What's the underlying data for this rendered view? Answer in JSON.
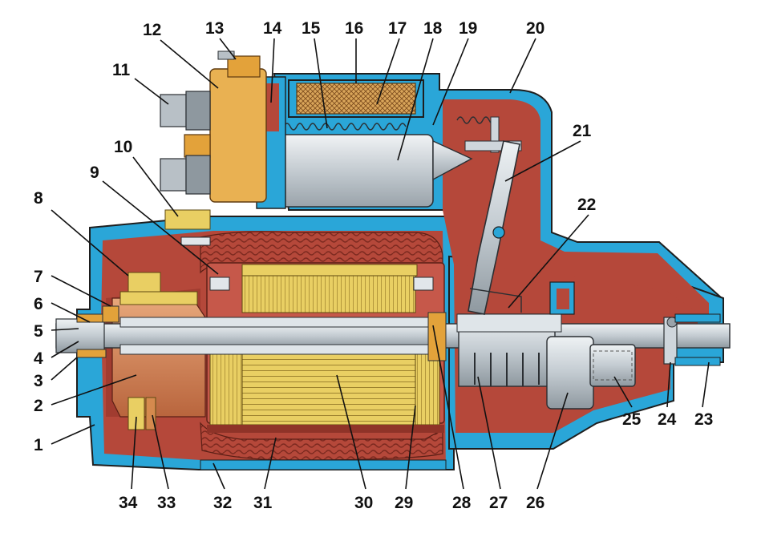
{
  "colors": {
    "housing": "#2aa6d8",
    "interior": "#b5483a",
    "interior_dark": "#8f3328",
    "copper": "#d58a4e",
    "yellow": "#e9cf63",
    "steel": "#cfd6dc",
    "steel_dark": "#8e989f",
    "brass": "#e3a23a"
  },
  "labels": [
    {
      "id": "1",
      "text": "1"
    },
    {
      "id": "2",
      "text": "2"
    },
    {
      "id": "3",
      "text": "3"
    },
    {
      "id": "4",
      "text": "4"
    },
    {
      "id": "5",
      "text": "5"
    },
    {
      "id": "6",
      "text": "6"
    },
    {
      "id": "7",
      "text": "7"
    },
    {
      "id": "8",
      "text": "8"
    },
    {
      "id": "9",
      "text": "9"
    },
    {
      "id": "10",
      "text": "10"
    },
    {
      "id": "11",
      "text": "11"
    },
    {
      "id": "12",
      "text": "12"
    },
    {
      "id": "13",
      "text": "13"
    },
    {
      "id": "14",
      "text": "14"
    },
    {
      "id": "15",
      "text": "15"
    },
    {
      "id": "16",
      "text": "16"
    },
    {
      "id": "17",
      "text": "17"
    },
    {
      "id": "18",
      "text": "18"
    },
    {
      "id": "19",
      "text": "19"
    },
    {
      "id": "20",
      "text": "20"
    },
    {
      "id": "21",
      "text": "21"
    },
    {
      "id": "22",
      "text": "22"
    },
    {
      "id": "23",
      "text": "23"
    },
    {
      "id": "24",
      "text": "24"
    },
    {
      "id": "25",
      "text": "25"
    },
    {
      "id": "26",
      "text": "26"
    },
    {
      "id": "27",
      "text": "27"
    },
    {
      "id": "28",
      "text": "28"
    },
    {
      "id": "29",
      "text": "29"
    },
    {
      "id": "30",
      "text": "30"
    },
    {
      "id": "31",
      "text": "31"
    },
    {
      "id": "32",
      "text": "32"
    },
    {
      "id": "33",
      "text": "33"
    },
    {
      "id": "34",
      "text": "34"
    }
  ]
}
